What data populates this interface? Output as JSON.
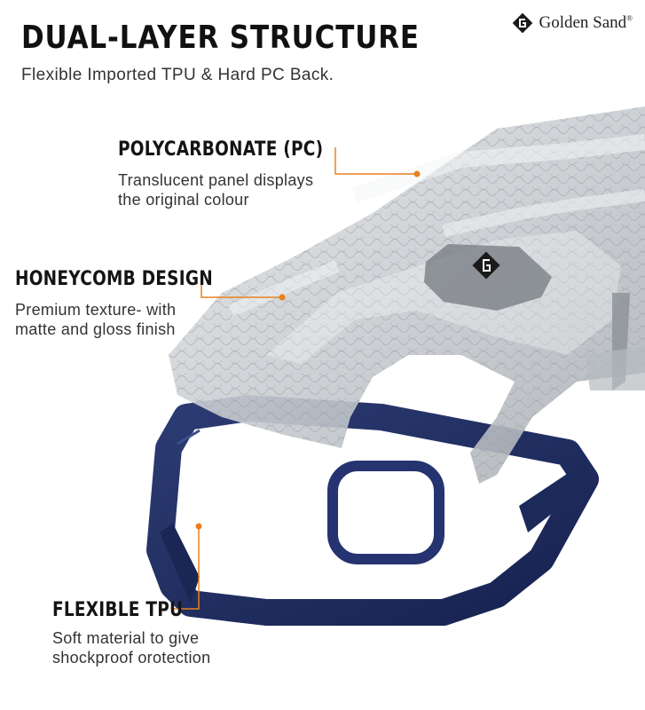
{
  "headline": "DUAL-LAYER STRUCTURE",
  "subheadline": "Flexible Imported TPU & Hard PC Back.",
  "brand": {
    "name": "Golden Sand",
    "mark": "®",
    "logo_icon": "golden-sand-g-logo"
  },
  "features": [
    {
      "title": "POLYCARBONATE (PC)",
      "desc": [
        "Translucent panel displays",
        "the original colour"
      ]
    },
    {
      "title": "HONEYCOMB DESIGN",
      "desc": [
        "Premium texture- with",
        "matte and gloss finish"
      ]
    },
    {
      "title": "FLEXIBLE TPU",
      "desc": [
        "Soft material to give",
        "shockproof orotection"
      ]
    }
  ],
  "colors": {
    "accent_orange": "#e8801e",
    "bumper_navy": "#1f2d5c",
    "clear_panel": "#c9cdd1",
    "text_dark": "#141414"
  }
}
